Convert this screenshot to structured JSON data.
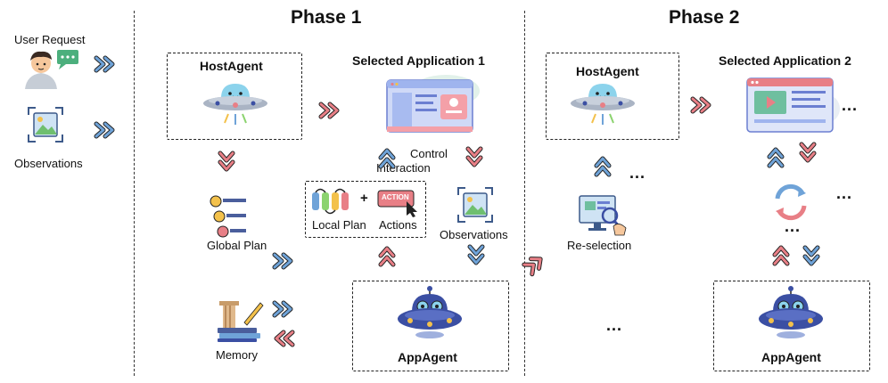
{
  "phases": {
    "phase1": "Phase 1",
    "phase2": "Phase 2"
  },
  "inputs": {
    "user_request": "User Request",
    "observations": "Observations"
  },
  "phase1": {
    "hostagent": "HostAgent",
    "selected_app": "Selected Application 1",
    "control": "Control",
    "interaction": "Interaction",
    "global_plan": "Global Plan",
    "local_plan": "Local Plan",
    "plus": "+",
    "actions": "Actions",
    "action_badge": "ACTION",
    "observations": "Observations",
    "memory": "Memory",
    "appagent": "AppAgent"
  },
  "phase2": {
    "hostagent": "HostAgent",
    "selected_app": "Selected Application 2",
    "reselection": "Re-selection",
    "appagent": "AppAgent",
    "ellipsis": "..."
  },
  "colors": {
    "blue": "#6fa3d8",
    "pink": "#e87f86",
    "purple_robot": "#3b4fa3",
    "app_window": "#9fb4ee"
  }
}
